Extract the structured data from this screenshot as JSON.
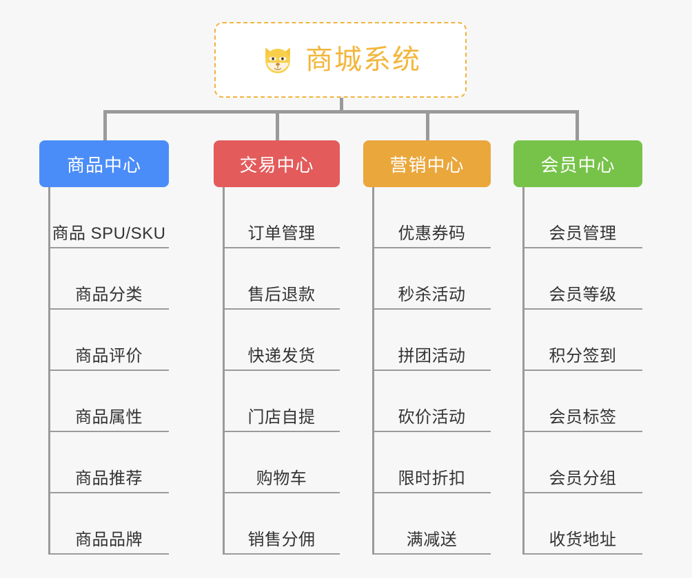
{
  "page": {
    "background": "#f7f7f7",
    "connector_color": "#9a9a9a"
  },
  "root": {
    "title": "商城系统",
    "icon": "shiba-dog-face-icon",
    "border_color": "#f0b33d",
    "text_color": "#f2b63c",
    "background": "#ffffff"
  },
  "columns": [
    {
      "title": "商品中心",
      "color": "#4b8df8",
      "items": [
        "商品 SPU/SKU",
        "商品分类",
        "商品评价",
        "商品属性",
        "商品推荐",
        "商品品牌"
      ]
    },
    {
      "title": "交易中心",
      "color": "#e35b5b",
      "items": [
        "订单管理",
        "售后退款",
        "快递发货",
        "门店自提",
        "购物车",
        "销售分佣"
      ]
    },
    {
      "title": "营销中心",
      "color": "#eaa73c",
      "items": [
        "优惠券码",
        "秒杀活动",
        "拼团活动",
        "砍价活动",
        "限时折扣",
        "满减送"
      ]
    },
    {
      "title": "会员中心",
      "color": "#77c council",
      "items": [
        "会员管理",
        "会员等级",
        "积分签到",
        "会员标签",
        "会员分组",
        "收货地址"
      ]
    }
  ]
}
